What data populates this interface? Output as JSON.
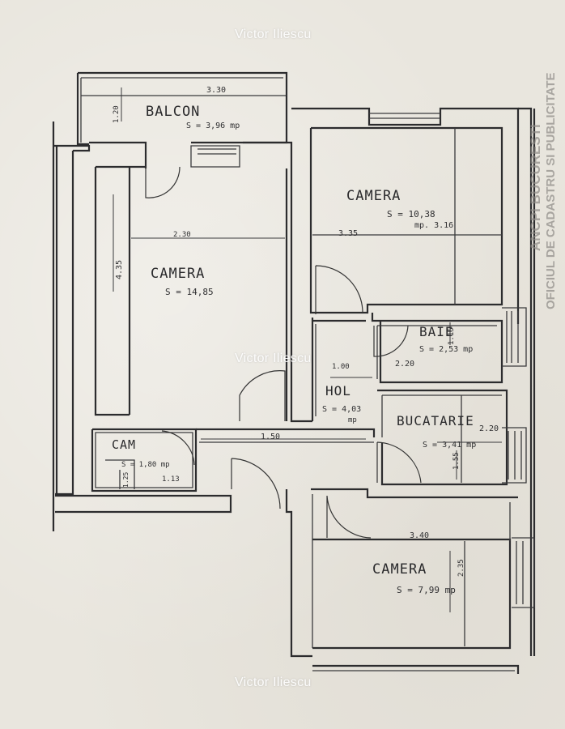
{
  "rooms": {
    "balcon": {
      "name": "BALCON",
      "area": "S = 3,96 mp",
      "dim_w": "3.30",
      "dim_h": "1.20"
    },
    "camera_top": {
      "name": "CAMERA",
      "area": "S = 10,38",
      "area2": "mp. 3.16",
      "dim_w": "3.35"
    },
    "camera_left": {
      "name": "CAMERA",
      "area": "S = 14,85",
      "dim_w": "2.30",
      "dim_h": "4.35"
    },
    "baie": {
      "name": "BAIE",
      "area": "S = 2,53 mp",
      "dim_w": "2.20",
      "dim_h": "1.15"
    },
    "hol": {
      "name": "HOL",
      "area": "S = 4,03",
      "unit": "mp",
      "dim_w": "1.00"
    },
    "bucatarie": {
      "name": "BUCATARIE",
      "area": "S = 3,41 mp",
      "dim_w": "2.20",
      "dim_h": "1.55"
    },
    "cam": {
      "name": "CAM",
      "area": "S = 1,80 mp",
      "dim_w": "1.13",
      "dim_h": "1.25"
    },
    "camera_bottom": {
      "name": "CAMERA",
      "area": "S = 7,99 mp",
      "dim_w": "3.40",
      "dim_h": "2.35"
    },
    "corridor": {
      "dim": "1.50"
    }
  },
  "stamp": {
    "line1": "ANCPI BUCURESTI",
    "line2": "OFICIUL DE CADASTRU SI PUBLICITATE"
  },
  "watermark": {
    "top": "Victor Iliescu",
    "middle": "Victor Iliescu",
    "bottom": "Victor Iliescu"
  },
  "colors": {
    "paper": "#e9e6de",
    "ink": "#2c2c2e",
    "stamp": "#8d8a86",
    "watermark": "#ffffff"
  }
}
